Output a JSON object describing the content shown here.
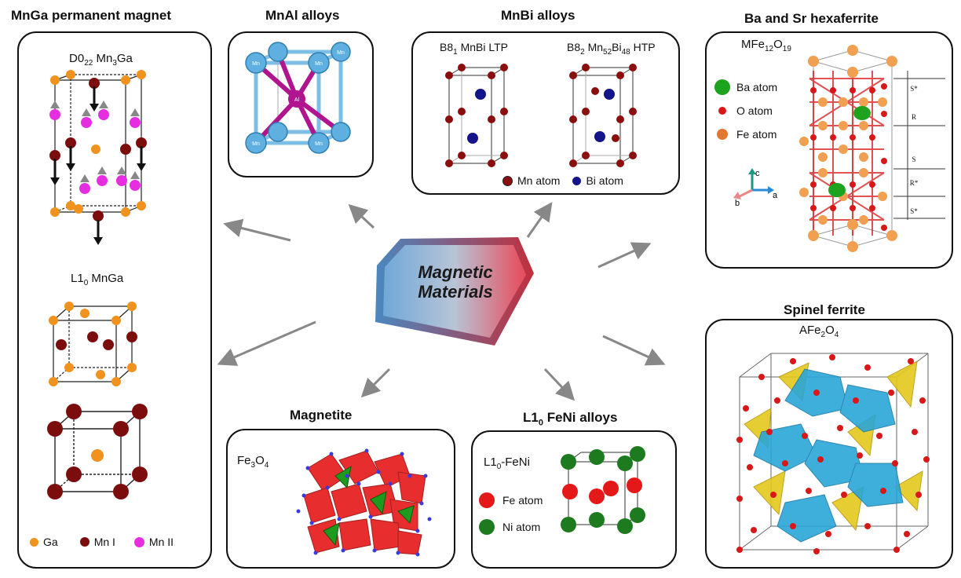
{
  "titles": {
    "mnga": "MnGa permanent magnet",
    "mnal": "MnAl alloys",
    "mnbi": "MnBi alloys",
    "hexaferrite": "Ba and Sr hexaferrite",
    "spinel": "Spinel ferrite",
    "magnetite": "Magnetite",
    "feni_prefix": "L1",
    "feni_sub": "0",
    "feni_suffix": " FeNi alloys"
  },
  "center": {
    "line1": "Magnetic",
    "line2": "Materials"
  },
  "mnga": {
    "d022_a": "D0",
    "d022_sub": "22",
    "d022_b": " Mn",
    "d022_sub2": "3",
    "d022_c": "Ga",
    "l10_a": "L1",
    "l10_sub": "0",
    "l10_b": " MnGa",
    "legend": [
      "Ga",
      "Mn I",
      "Mn II"
    ]
  },
  "mnal": {
    "atom_mn": "Mn",
    "atom_al": "Al"
  },
  "mnbi": {
    "ltp_a": "B8",
    "ltp_sub": "1",
    "ltp_b": " MnBi LTP",
    "htp_a": "B8",
    "htp_sub": "2",
    "htp_b": " Mn",
    "htp_sub2": "52",
    "htp_c": "Bi",
    "htp_sub3": "48",
    "htp_d": " HTP",
    "legend": [
      "Mn atom",
      "Bi atom"
    ]
  },
  "hexaferrite": {
    "formula_a": "MFe",
    "formula_sub": "12",
    "formula_b": "O",
    "formula_sub2": "19",
    "legend": [
      "Ba atom",
      "O atom",
      "Fe atom"
    ],
    "layers": [
      "S*",
      "R",
      "S",
      "R*",
      "S*"
    ],
    "axes": [
      "c",
      "b",
      "a"
    ]
  },
  "spinel": {
    "formula_a": "AFe",
    "formula_sub": "2",
    "formula_b": "O",
    "formula_sub2": "4"
  },
  "magnetite": {
    "formula_a": "Fe",
    "formula_sub": "3",
    "formula_b": "O",
    "formula_sub2": "4"
  },
  "feni": {
    "label_a": "L1",
    "label_sub": "0",
    "label_b": "-FeNi",
    "legend": [
      "Fe atom",
      "Ni atom"
    ]
  },
  "colors": {
    "ga": "#f0921e",
    "mn1": "#7b0d0d",
    "mn2": "#e62ee0",
    "mnal_mn": "#5fb0e0",
    "mnal_al": "#b0158f",
    "bi": "#14148a",
    "ba": "#1ea31e",
    "o": "#d81818",
    "fe": "#e07830",
    "ni": "#1e7a1e",
    "arrow": "#888888"
  }
}
